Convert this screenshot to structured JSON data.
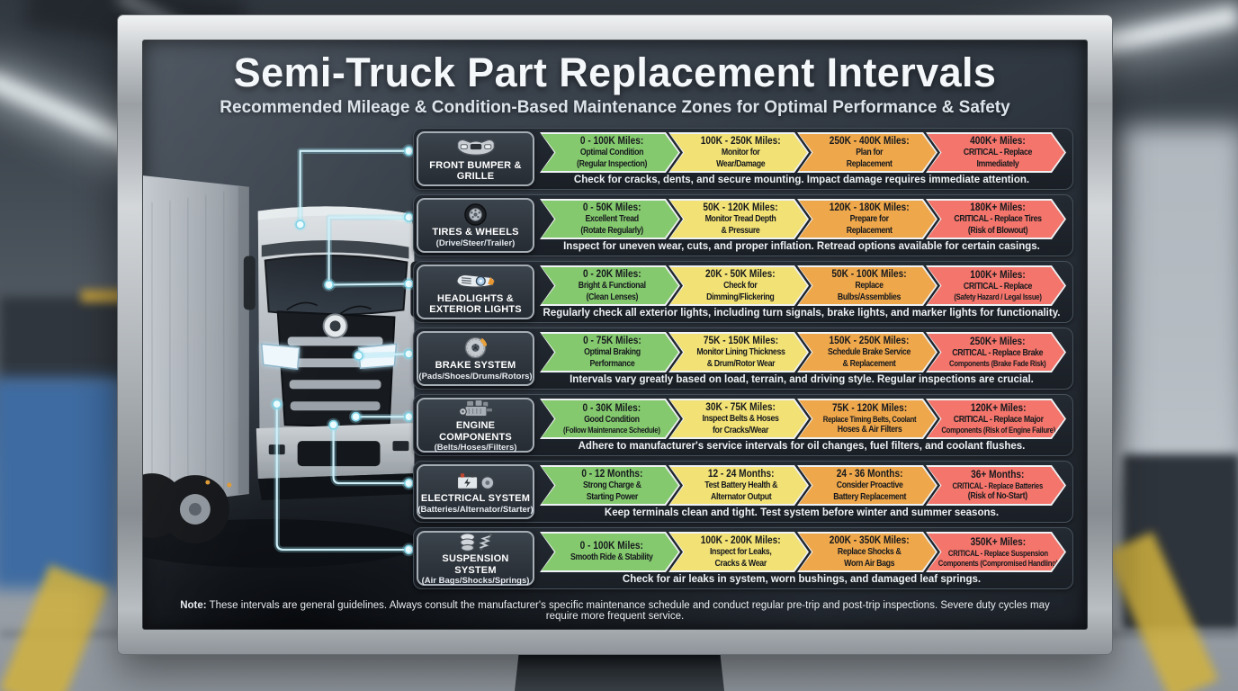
{
  "header": {
    "title": "Semi-Truck Part Replacement Intervals",
    "subtitle": "Recommended Mileage & Condition-Based Maintenance Zones for Optimal Performance & Safety"
  },
  "footer": {
    "label": "Note:",
    "text": " These intervals are general guidelines. Always consult the manufacturer's specific maintenance schedule and conduct regular pre-trip and post-trip inspections. Severe duty cycles may require more frequent service."
  },
  "colors": {
    "zones": {
      "green": "#85c96e",
      "yellow": "#f2e175",
      "orange": "#efa74b",
      "red": "#f3756b"
    },
    "callout": "#cfeff8",
    "screen_bg": "#2b323a",
    "row_bg": "#1f252c",
    "zone_text": "#16191d"
  },
  "rows": [
    {
      "part": "FRONT BUMPER & GRILLE",
      "part_sub": "",
      "icon": "front-bumper-icon",
      "zones": [
        {
          "color": "green",
          "range": "0 - 100K Miles:",
          "lines": [
            "Optimal Condition",
            "(Regular Inspection)"
          ]
        },
        {
          "color": "yellow",
          "range": "100K - 250K Miles:",
          "lines": [
            "Monitor for",
            "Wear/Damage"
          ]
        },
        {
          "color": "orange",
          "range": "250K - 400K Miles:",
          "lines": [
            "Plan for",
            "Replacement"
          ]
        },
        {
          "color": "red",
          "range": "400K+ Miles:",
          "lines": [
            "CRITICAL - Replace",
            "Immediately"
          ]
        }
      ],
      "note": "Check for cracks, dents, and secure mounting. Impact damage requires immediate attention."
    },
    {
      "part": "TIRES & WHEELS",
      "part_sub": "(Drive/Steer/Trailer)",
      "icon": "tire-icon",
      "zones": [
        {
          "color": "green",
          "range": "0 - 50K Miles:",
          "lines": [
            "Excellent Tread",
            "(Rotate Regularly)"
          ]
        },
        {
          "color": "yellow",
          "range": "50K - 120K Miles:",
          "lines": [
            "Monitor Tread Depth",
            "& Pressure"
          ]
        },
        {
          "color": "orange",
          "range": "120K - 180K Miles:",
          "lines": [
            "Prepare for",
            "Replacement"
          ]
        },
        {
          "color": "red",
          "range": "180K+ Miles:",
          "lines": [
            "CRITICAL - Replace Tires",
            "(Risk of Blowout)"
          ]
        }
      ],
      "note": "Inspect for uneven wear, cuts, and proper inflation. Retread options available for certain casings."
    },
    {
      "part": "HEADLIGHTS & EXTERIOR LIGHTS",
      "part_sub": "",
      "icon": "headlight-icon",
      "zones": [
        {
          "color": "green",
          "range": "0 - 20K Miles:",
          "lines": [
            "Bright & Functional",
            "(Clean Lenses)"
          ]
        },
        {
          "color": "yellow",
          "range": "20K - 50K Miles:",
          "lines": [
            "Check for",
            "Dimming/Flickering"
          ]
        },
        {
          "color": "orange",
          "range": "50K - 100K Miles:",
          "lines": [
            "Replace",
            "Bulbs/Assemblies"
          ]
        },
        {
          "color": "red",
          "range": "100K+ Miles:",
          "lines": [
            "CRITICAL - Replace",
            "(Safety Hazard / Legal Issue)"
          ]
        }
      ],
      "note": "Regularly check all exterior lights, including turn signals, brake lights, and marker lights for functionality."
    },
    {
      "part": "BRAKE SYSTEM",
      "part_sub": "(Pads/Shoes/Drums/Rotors)",
      "icon": "brake-icon",
      "zones": [
        {
          "color": "green",
          "range": "0 - 75K Miles:",
          "lines": [
            "Optimal Braking",
            "Performance"
          ]
        },
        {
          "color": "yellow",
          "range": "75K - 150K Miles:",
          "lines": [
            "Monitor Lining Thickness",
            "& Drum/Rotor Wear"
          ]
        },
        {
          "color": "orange",
          "range": "150K - 250K Miles:",
          "lines": [
            "Schedule Brake Service",
            "& Replacement"
          ]
        },
        {
          "color": "red",
          "range": "250K+ Miles:",
          "lines": [
            "CRITICAL - Replace Brake",
            "Components (Brake Fade Risk)"
          ]
        }
      ],
      "note": "Intervals vary greatly based on load, terrain, and driving style. Regular inspections are crucial."
    },
    {
      "part": "ENGINE COMPONENTS",
      "part_sub": "(Belts/Hoses/Filters)",
      "icon": "engine-icon",
      "zones": [
        {
          "color": "green",
          "range": "0 - 30K Miles:",
          "lines": [
            "Good Condition",
            "(Follow Maintenance Schedule)"
          ]
        },
        {
          "color": "yellow",
          "range": "30K - 75K Miles:",
          "lines": [
            "Inspect Belts & Hoses",
            "for Cracks/Wear"
          ]
        },
        {
          "color": "orange",
          "range": "75K - 120K Miles:",
          "lines": [
            "Replace Timing Belts, Coolant",
            "Hoses & Air Filters"
          ]
        },
        {
          "color": "red",
          "range": "120K+ Miles:",
          "lines": [
            "CRITICAL - Replace Major",
            "Components (Risk of Engine Failure)"
          ]
        }
      ],
      "note": "Adhere to manufacturer's service intervals for oil changes, fuel filters, and coolant flushes."
    },
    {
      "part": "ELECTRICAL SYSTEM",
      "part_sub": "(Batteries/Alternator/Starter)",
      "icon": "battery-icon",
      "zones": [
        {
          "color": "green",
          "range": "0 - 12 Months:",
          "lines": [
            "Strong Charge &",
            "Starting Power"
          ]
        },
        {
          "color": "yellow",
          "range": "12 - 24 Months:",
          "lines": [
            "Test Battery Health &",
            "Alternator Output"
          ]
        },
        {
          "color": "orange",
          "range": "24 - 36 Months:",
          "lines": [
            "Consider Proactive",
            "Battery Replacement"
          ]
        },
        {
          "color": "red",
          "range": "36+ Months:",
          "lines": [
            "CRITICAL - Replace Batteries",
            "(Risk of No-Start)"
          ]
        }
      ],
      "note": "Keep terminals clean and tight. Test system before winter and summer seasons."
    },
    {
      "part": "SUSPENSION SYSTEM",
      "part_sub": "(Air Bags/Shocks/Springs)",
      "icon": "suspension-icon",
      "zones": [
        {
          "color": "green",
          "range": "0 - 100K Miles:",
          "lines": [
            "Smooth Ride & Stability"
          ]
        },
        {
          "color": "yellow",
          "range": "100K - 200K Miles:",
          "lines": [
            "Inspect for Leaks,",
            "Cracks & Wear"
          ]
        },
        {
          "color": "orange",
          "range": "200K - 350K Miles:",
          "lines": [
            "Replace Shocks &",
            "Worn Air Bags"
          ]
        },
        {
          "color": "red",
          "range": "350K+ Miles:",
          "lines": [
            "CRITICAL - Replace Suspension",
            "Components (Compromised Handling)"
          ]
        }
      ],
      "note": "Check for air leaks in system, worn bushings, and damaged leaf springs."
    }
  ]
}
